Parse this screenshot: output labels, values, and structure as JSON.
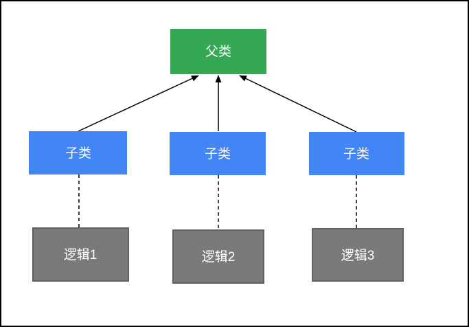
{
  "diagram": {
    "canvas": {
      "background": "#ffffff",
      "border_color": "#000000"
    },
    "edge_color": "#000000",
    "nodes": {
      "parent": {
        "label": "父类",
        "fill": "#34a853",
        "text_color": "#ffffff"
      },
      "child1": {
        "label": "子类",
        "fill": "#4285f4",
        "text_color": "#ffffff"
      },
      "child2": {
        "label": "子类",
        "fill": "#4285f4",
        "text_color": "#ffffff"
      },
      "child3": {
        "label": "子类",
        "fill": "#4285f4",
        "text_color": "#ffffff"
      },
      "logic1": {
        "label": "逻辑1",
        "fill": "#7a7a7a",
        "border": "#616161",
        "text_color": "#ffffff"
      },
      "logic2": {
        "label": "逻辑2",
        "fill": "#7a7a7a",
        "border": "#616161",
        "text_color": "#ffffff"
      },
      "logic3": {
        "label": "逻辑3",
        "fill": "#7a7a7a",
        "border": "#616161",
        "text_color": "#ffffff"
      }
    },
    "edges": [
      {
        "from": "child1",
        "to": "parent",
        "style": "solid-arrow"
      },
      {
        "from": "child2",
        "to": "parent",
        "style": "solid-arrow"
      },
      {
        "from": "child3",
        "to": "parent",
        "style": "solid-arrow"
      },
      {
        "from": "logic1",
        "to": "child1",
        "style": "dashed"
      },
      {
        "from": "logic2",
        "to": "child2",
        "style": "dashed"
      },
      {
        "from": "logic3",
        "to": "child3",
        "style": "dashed"
      }
    ]
  }
}
